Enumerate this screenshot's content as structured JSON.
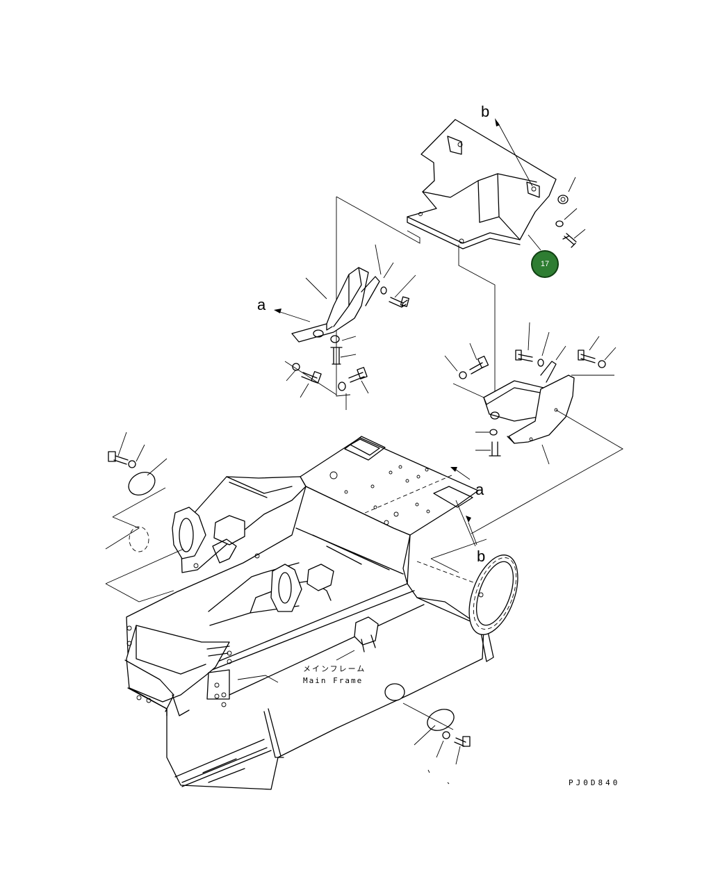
{
  "labels": {
    "a_top": "a",
    "b_top": "b",
    "a_frame": "a",
    "b_frame": "b"
  },
  "callout": {
    "number": "17",
    "color": "#2e7d32"
  },
  "main_frame": {
    "japanese": "メインフレーム",
    "english": "Main Frame"
  },
  "drawing_code": "PJ0D840"
}
